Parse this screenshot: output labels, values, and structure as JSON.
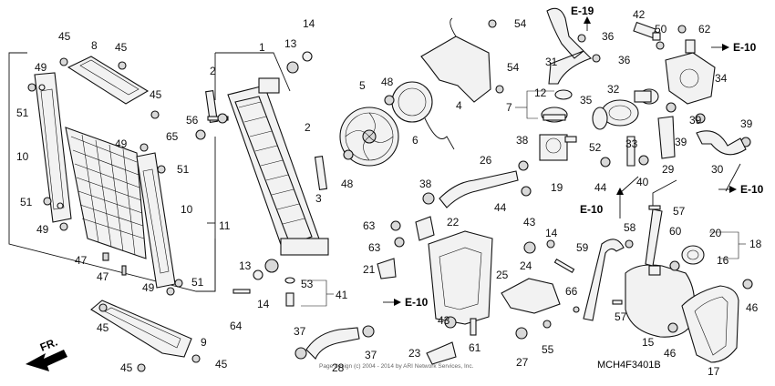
{
  "diagram": {
    "code": "MCH4F3401B",
    "direction_label": "FR.",
    "copyright": "Page design (c) 2004 - 2014 by ARI Network Services, Inc.",
    "references": [
      "E-19",
      "E-10",
      "E-10",
      "E-10",
      "E-10"
    ],
    "callouts": [
      "1",
      "2",
      "2",
      "3",
      "4",
      "5",
      "6",
      "7",
      "8",
      "9",
      "10",
      "10",
      "11",
      "12",
      "13",
      "13",
      "14",
      "14",
      "14",
      "15",
      "16",
      "17",
      "18",
      "19",
      "20",
      "21",
      "22",
      "23",
      "24",
      "25",
      "26",
      "27",
      "28",
      "29",
      "30",
      "31",
      "32",
      "33",
      "34",
      "35",
      "36",
      "36",
      "37",
      "37",
      "38",
      "38",
      "39",
      "39",
      "39",
      "40",
      "41",
      "42",
      "43",
      "43",
      "44",
      "44",
      "45",
      "45",
      "45",
      "45",
      "45",
      "45",
      "46",
      "46",
      "47",
      "47",
      "48",
      "48",
      "49",
      "49",
      "49",
      "49",
      "50",
      "51",
      "51",
      "51",
      "51",
      "52",
      "53",
      "54",
      "54",
      "55",
      "56",
      "57",
      "57",
      "58",
      "59",
      "60",
      "61",
      "62",
      "63",
      "63",
      "64",
      "65",
      "66"
    ]
  }
}
